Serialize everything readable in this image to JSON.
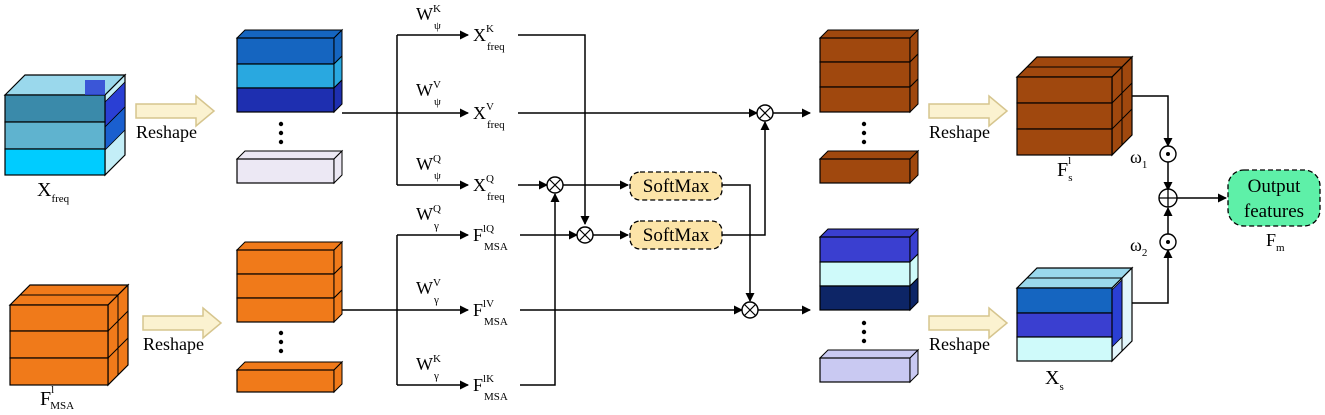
{
  "labels": {
    "reshape": "Reshape",
    "softmax": "SoftMax",
    "output_line1": "Output",
    "output_line2": "features",
    "in_freq": {
      "base": "X",
      "sub": "freq",
      "sup": ""
    },
    "in_msa": {
      "base": "F",
      "sub": "MSA",
      "sup": "l"
    },
    "w_psi_k": {
      "base": "W",
      "sub": "ψ",
      "sup": "K"
    },
    "w_psi_v": {
      "base": "W",
      "sub": "ψ",
      "sup": "V"
    },
    "w_psi_q": {
      "base": "W",
      "sub": "ψ",
      "sup": "Q"
    },
    "w_gam_q": {
      "base": "W",
      "sub": "γ",
      "sup": "Q"
    },
    "w_gam_v": {
      "base": "W",
      "sub": "γ",
      "sup": "V"
    },
    "w_gam_k": {
      "base": "W",
      "sub": "γ",
      "sup": "K"
    },
    "x_freq_k": {
      "base": "X",
      "sub": "freq",
      "sup": "K"
    },
    "x_freq_v": {
      "base": "X",
      "sub": "freq",
      "sup": "V"
    },
    "x_freq_q": {
      "base": "X",
      "sub": "freq",
      "sup": "Q"
    },
    "f_msa_q": {
      "base": "F",
      "sub": "MSA",
      "sup": "lQ"
    },
    "f_msa_v": {
      "base": "F",
      "sub": "MSA",
      "sup": "lV"
    },
    "f_msa_k": {
      "base": "F",
      "sub": "MSA",
      "sup": "lK"
    },
    "f_s": {
      "base": "F",
      "sub": "s",
      "sup": "l"
    },
    "x_s": {
      "base": "X",
      "sub": "s",
      "sup": ""
    },
    "f_m": {
      "base": "F",
      "sub": "m",
      "sup": ""
    },
    "omega1": {
      "base": "ω",
      "sub": "1",
      "sup": ""
    },
    "omega2": {
      "base": "ω",
      "sub": "2",
      "sup": ""
    }
  },
  "colors": {
    "blue_dark": "#1565c0",
    "blue_mid": "#29a8e0",
    "blue_navy": "#1e2fb0",
    "lavender": "#ece8f4",
    "orange": "#f07a1a",
    "brown": "#a0480e",
    "indigo": "#3a3fd0",
    "ice": "#cffafa",
    "deep_navy": "#0d2566",
    "light_purple": "#c9c9f2",
    "softmax_fill": "#fce4a8",
    "output_fill": "#5ef0a8",
    "arrow_fill": "#fbf2d0",
    "arrow_stroke": "#d6c58e"
  }
}
